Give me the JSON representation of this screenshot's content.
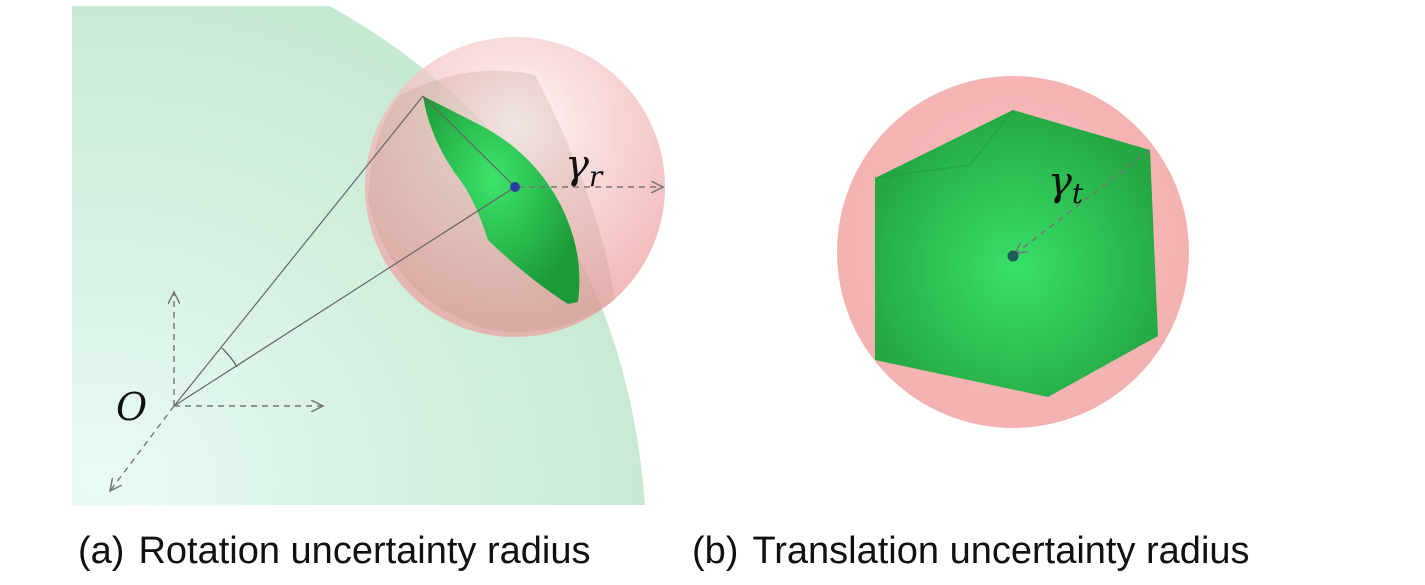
{
  "panels": [
    {
      "tag": "(a)",
      "caption": "Rotation uncertainty radius",
      "origin_label": "O",
      "radius_symbol": "γ",
      "radius_subscript": "r"
    },
    {
      "tag": "(b)",
      "caption": "Translation uncertainty radius",
      "radius_symbol": "γ",
      "radius_subscript": "t"
    }
  ],
  "colors": {
    "large_sphere": "#c9ecd6",
    "uncertainty_sphere": "#f2a8a8",
    "region_green": "#22a63f",
    "center_point": "#2a3fa0",
    "arrow_gray": "#777777"
  }
}
